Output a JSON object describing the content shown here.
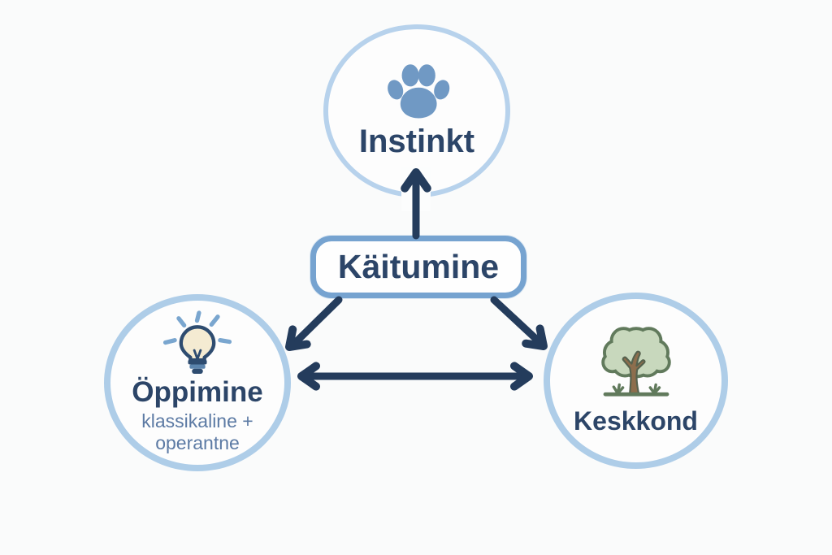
{
  "diagram": {
    "type": "concept-diagram",
    "center": {
      "label": "Käitumine"
    },
    "nodes": {
      "instinkt": {
        "label": "Instinkt",
        "icon": "paw-icon"
      },
      "oppimine": {
        "label": "Öppimine",
        "sublabel_line1": "klassikaline +",
        "sublabel_line2": "operantne",
        "icon": "lightbulb-icon"
      },
      "keskkond": {
        "label": "Keskkond",
        "icon": "tree-icon"
      }
    },
    "edges": [
      {
        "from": "Käitumine",
        "to": "Instinkt",
        "style": "single-arrow-up"
      },
      {
        "from": "Käitumine",
        "to": "Öppimine",
        "style": "single-arrow-diagonal"
      },
      {
        "from": "Käitumine",
        "to": "Keskkond",
        "style": "single-arrow-diagonal"
      },
      {
        "from": "Öppimine",
        "to": "Keskkond",
        "style": "double-headed-arrow"
      }
    ],
    "colors": {
      "background": "#fafbfb",
      "circle_border_top": "#b7d2ec",
      "circle_border_bottom": "#aecde8",
      "box_border": "#76a3d0",
      "title_navy": "#2c4568",
      "subtitle_blue": "#5c7aa4",
      "arrow_navy": "#243c5c",
      "paw_blue": "#7099c4",
      "bulb_cream": "#f4ebd2",
      "bulb_outline": "#2e4c70",
      "ray_blue": "#7aa6cf",
      "tree_foliage": "#c8d8bd",
      "tree_outline": "#617a5c",
      "trunk_brown": "#8d6e4d"
    }
  }
}
